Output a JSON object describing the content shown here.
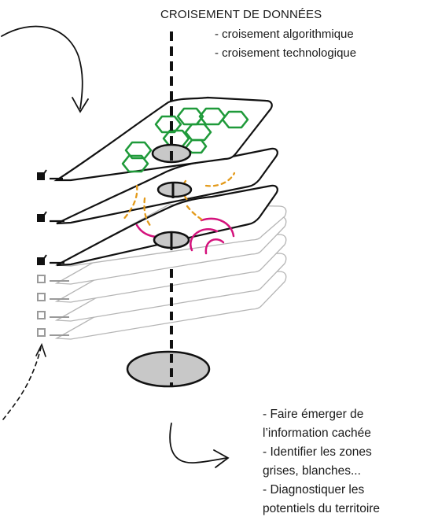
{
  "header": {
    "title": "CROISEMENT DE DONNÉES",
    "items": [
      "- croisement algorithmique",
      "- croisement technologique"
    ]
  },
  "outcomes": [
    "- Faire émerger de",
    "l’information cachée",
    "- Identifier les zones",
    "grises, blanches...",
    "- Diagnostiquer les",
    "potentiels du territoire"
  ],
  "colors": {
    "line": "#111111",
    "disk": "#c8c8c8",
    "hexagons": "#1f9a3a",
    "dashes": "#e39a1a",
    "arcs": "#d4127c",
    "inactive_layer": "#b5b5b5"
  },
  "layers": [
    {
      "name": "hexagon-layer",
      "checked": true
    },
    {
      "name": "dashed-lines-layer",
      "checked": true
    },
    {
      "name": "arcs-layer",
      "checked": true
    },
    {
      "name": "empty-layer-4",
      "checked": false
    },
    {
      "name": "empty-layer-5",
      "checked": false
    },
    {
      "name": "empty-layer-6",
      "checked": false
    },
    {
      "name": "empty-layer-7",
      "checked": false
    }
  ],
  "icons": {
    "checked": "checkbox-checked-icon",
    "unchecked": "checkbox-empty-icon",
    "arrows": [
      "curved-arrow-in-icon",
      "dashed-arrow-icon",
      "curved-arrow-out-icon"
    ]
  }
}
